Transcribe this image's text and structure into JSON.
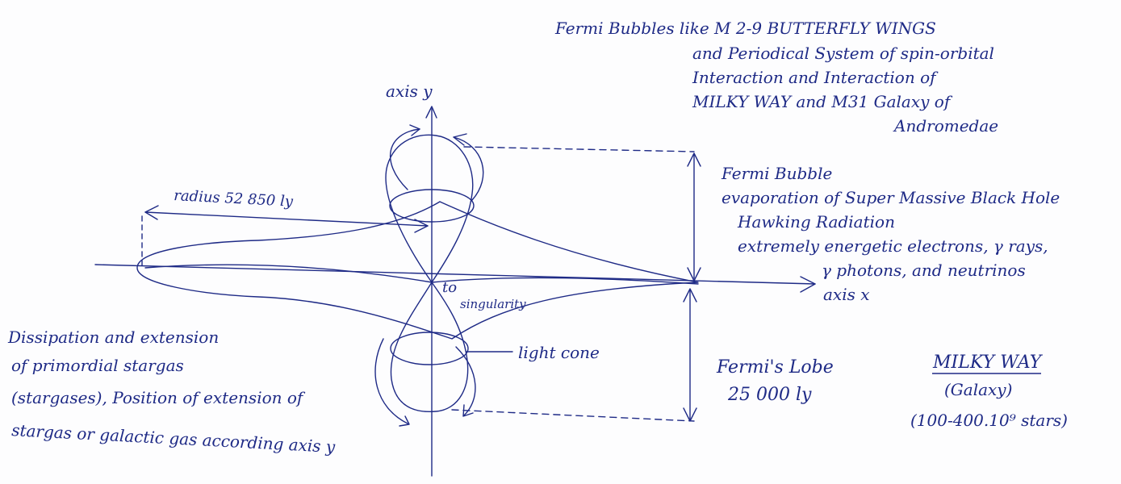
{
  "ink_color": "#1e2a86",
  "paper_color": "#fdfdfe",
  "title_block": [
    "Fermi Bubbles like M 2-9 BUTTERFLY WINGS",
    "and Periodical System of spin-orbital",
    "Interaction and Interaction of",
    "MILKY WAY and M31 Galaxy of",
    "Andromedae"
  ],
  "axis_y_label": "axis y",
  "axis_x_label": "axis x",
  "radius_label": "radius 52 850 ly",
  "fermi_bubble_block": [
    "Fermi Bubble",
    "evaporation of Super Massive Black Hole",
    "Hawking Radiation",
    "extremely energetic electrons, γ rays,",
    "γ photons, and neutrinos"
  ],
  "singularity_label": [
    "to",
    "singularity"
  ],
  "light_cone_label": "light cone",
  "fermi_lobe_label": [
    "Fermi's Lobe",
    "25 000 ly"
  ],
  "milky_way_block": [
    "MILKY WAY",
    "(Galaxy)",
    "(100-400.10⁹ stars)"
  ],
  "dissipation_block": [
    "Dissipation and extension",
    "of primordial stargas",
    "(stargases), Position of extension of",
    "stargas or galactic gas according axis y"
  ]
}
